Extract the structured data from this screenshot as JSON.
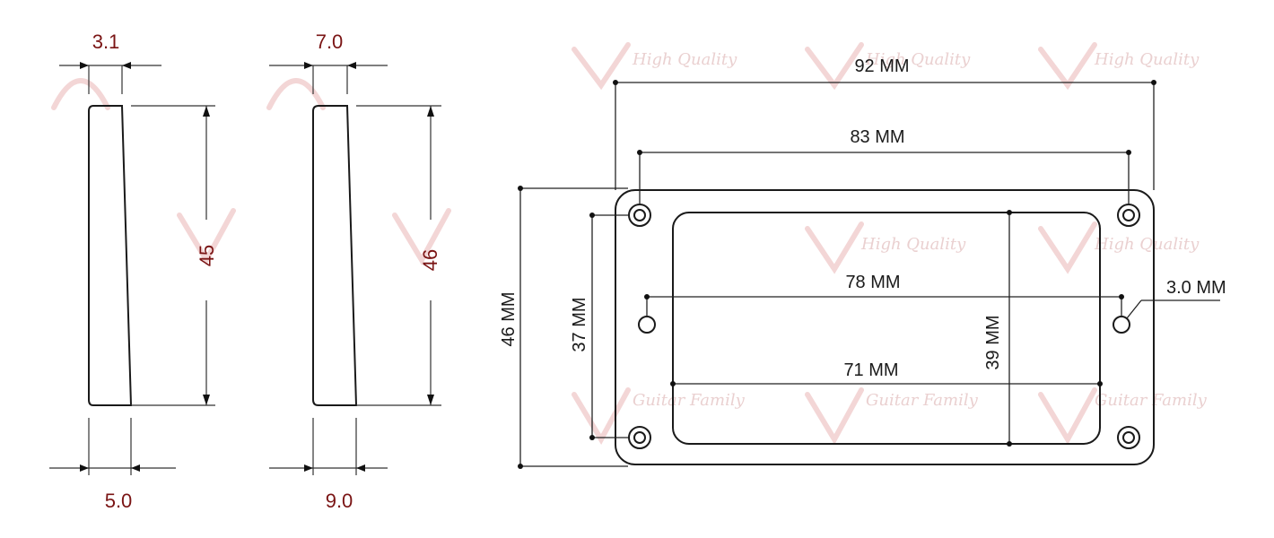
{
  "spacer_left": {
    "top_width": "3.1",
    "height": "45",
    "bottom_width": "5.0"
  },
  "spacer_right": {
    "top_width": "7.0",
    "height": "46",
    "bottom_width": "9.0"
  },
  "ring": {
    "overall_width": "92 MM",
    "mount_hole_spacing": "83 MM",
    "inner_hole_spacing": "78 MM",
    "inner_hole_diameter": "3.0 MM",
    "opening_width": "71 MM",
    "overall_height": "46 MM",
    "mount_hole_vertical": "37  MM",
    "opening_height": "39 MM"
  },
  "watermark": {
    "text_1": "High Quality",
    "text_2": "Guitar Family"
  },
  "colors": {
    "dimension_red": "#7a1414",
    "line": "#1a1a1a",
    "watermark": "#f3d6d6"
  }
}
